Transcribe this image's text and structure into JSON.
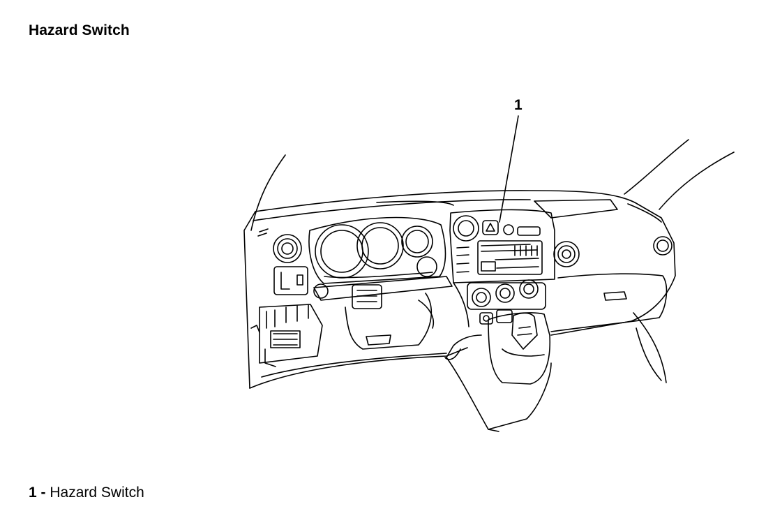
{
  "title": "Hazard Switch",
  "callouts": [
    {
      "number": "1"
    }
  ],
  "legend": [
    {
      "number": "1",
      "separator": " - ",
      "label": "Hazard Switch"
    }
  ]
}
